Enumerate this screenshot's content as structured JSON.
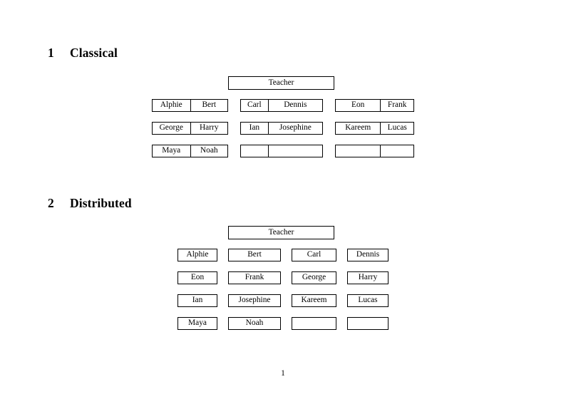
{
  "document": {
    "page_number": "1"
  },
  "sections": [
    {
      "number": "1",
      "title": "Classical",
      "teacher_label": "Teacher",
      "layout": "paired-tables",
      "groups": [
        {
          "rows": [
            [
              "Alphie",
              "Bert"
            ],
            [
              "George",
              "Harry"
            ],
            [
              "Maya",
              "Noah"
            ]
          ]
        },
        {
          "rows": [
            [
              "Carl",
              "Dennis"
            ],
            [
              "Ian",
              "Josephine"
            ],
            [
              "",
              ""
            ]
          ]
        },
        {
          "rows": [
            [
              "Eon",
              "Frank"
            ],
            [
              "Kareem",
              "Lucas"
            ],
            [
              "",
              ""
            ]
          ]
        }
      ]
    },
    {
      "number": "2",
      "title": "Distributed",
      "teacher_label": "Teacher",
      "layout": "separate-boxes",
      "rows": [
        [
          "Alphie",
          "Bert",
          "Carl",
          "Dennis"
        ],
        [
          "Eon",
          "Frank",
          "George",
          "Harry"
        ],
        [
          "Ian",
          "Josephine",
          "Kareem",
          "Lucas"
        ],
        [
          "Maya",
          "Noah",
          "",
          ""
        ]
      ]
    }
  ]
}
